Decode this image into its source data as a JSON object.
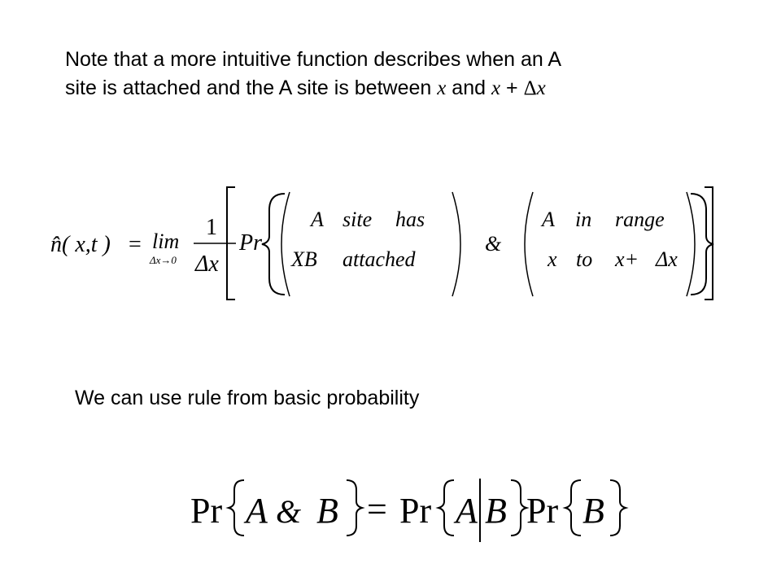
{
  "intro": {
    "line1": "Note that a more intuitive function describes when an A",
    "line2_prefix": "site is attached and the A site is between ",
    "var_x": "x",
    "and": " and ",
    "var_x2": "x",
    "plus": " + ",
    "delta_symbol": "Δ",
    "var_x3": "x"
  },
  "equation1": {
    "lhs": "n̂( x,t )",
    "equals": "=",
    "lim": "lim",
    "lim_sub": "Δx→0",
    "frac_num": "1",
    "frac_den": "Δx",
    "pr": "Pr",
    "cond1_row1": [
      "A",
      "site",
      "has"
    ],
    "cond1_row2": [
      "XB",
      "attached"
    ],
    "ampersand": "&",
    "cond2_row1": [
      "A",
      "in",
      "range"
    ],
    "cond2_row2": [
      "x",
      "to",
      "x+",
      "Δx"
    ]
  },
  "rule_text": "We can use rule from basic probability",
  "equation2": {
    "pr1": "Pr",
    "a1": "A",
    "amp": "&",
    "b1": "B",
    "equals": "=",
    "pr2": "Pr",
    "a2": "A",
    "b2": "B",
    "pr3": "Pr",
    "b3": "B"
  }
}
